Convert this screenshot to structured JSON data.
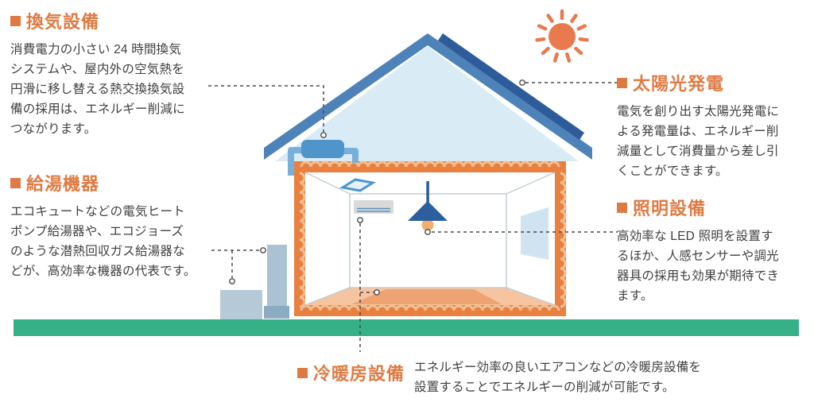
{
  "sections": {
    "ventilation": {
      "title": "換気設備",
      "body": "消費電力の小さい 24 時間換気\nシステムや、屋内外の空気熱を\n円滑に移し替える熱交換換気設\n備の採用は、エネルギー削減に\nつながります。"
    },
    "water_heater": {
      "title": "給湯機器",
      "body": "エコキュートなどの電気ヒート\nポンプ給湯器や、エコジョーズ\nのような潜熱回収ガス給湯器な\nどが、高効率な機器の代表です。"
    },
    "solar": {
      "title": "太陽光発電",
      "body": "電気を創り出す太陽光発電に\nよる発電量は、エネルギー削\n減量として消費量から差し引\nくことができます。"
    },
    "lighting": {
      "title": "照明設備",
      "body": "高効率な LED 照明を設置す\nるほか、人感センサーや調光\n器具の採用も効果が期待でき\nます。"
    },
    "hvac": {
      "title": "冷暖房設備",
      "body": "エネルギー効率の良いエアコンなどの冷暖房設備を\n設置することでエネルギーの削減が可能です。"
    }
  },
  "palette": {
    "heading": "#DE7B43",
    "body_text": "#3F3F3F",
    "roof": "#4D83B8",
    "solar_panel": "#2E5C9A",
    "gable": "#D9ECF5",
    "insulation": "#E8813F",
    "insulation_wave": "#F5BE92",
    "room_wall": "#FFFFFF",
    "room_edge": "#C3CDD4",
    "floor": "#F6C49E",
    "rug": "#EDA472",
    "window": "#CFE4F0",
    "ceiling_vent_fill": "#E3F1F9",
    "ceiling_vent_outline": "#4E96CC",
    "ac_body": "#D9D9D9",
    "ac_stripe": "#5B8FC0",
    "lamp": "#2D5F9E",
    "bulb": "#F2AE6B",
    "vent_unit": "#5095C9",
    "vent_pipe": "#79AFDB",
    "heater_box": "#B5CAD6",
    "heater_tank": "#AAC2D2",
    "heater_base": "#8AABC0",
    "ground": "#36B187",
    "sun": "#E87A4E",
    "connector": "#4A4A4A"
  },
  "illustration": {
    "type": "house-energy-saving-cross-section",
    "elements": [
      "sun",
      "solar-panel",
      "roof",
      "heat-exchange-ventilator",
      "insulation-frame",
      "ceiling-vent",
      "air-conditioner",
      "pendant-light",
      "window",
      "rug",
      "heat-pump-unit",
      "hot-water-tank",
      "ground"
    ]
  }
}
